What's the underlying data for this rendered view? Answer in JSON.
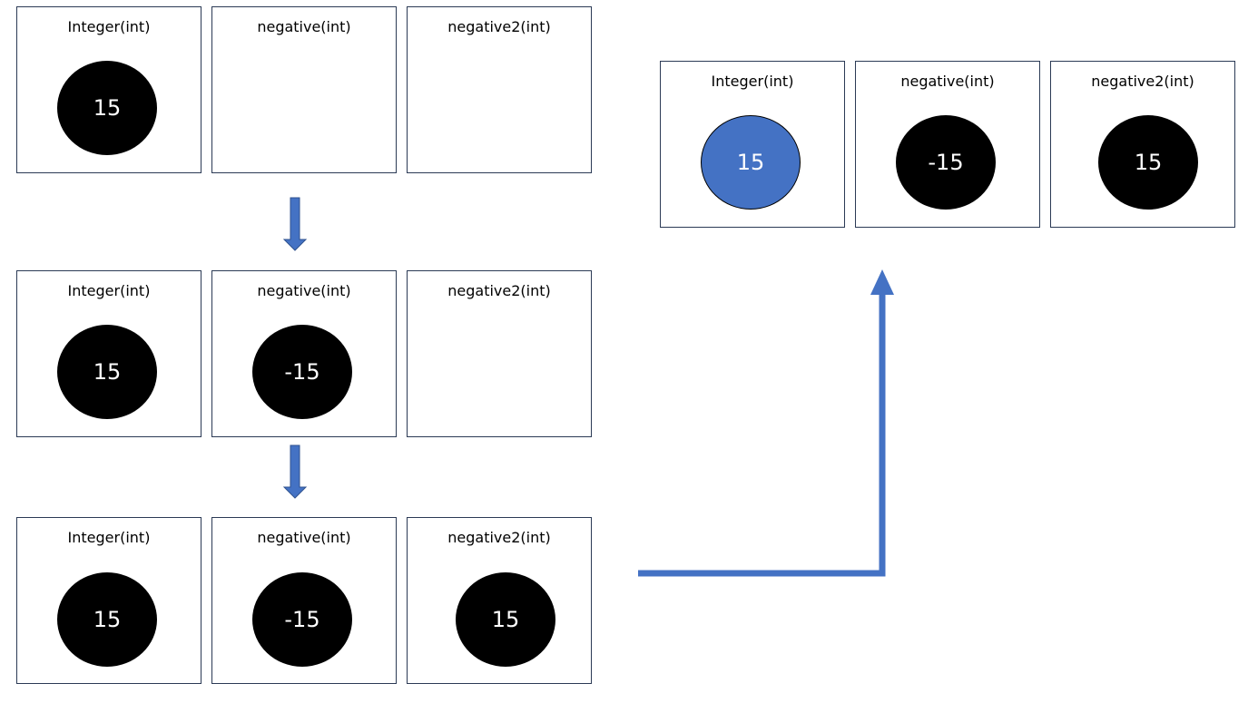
{
  "labels": {
    "integer": "Integer(int)",
    "negative": "negative(int)",
    "negative2": "negative2(int)"
  },
  "rows": [
    {
      "integer": "15",
      "negative": "",
      "negative2": ""
    },
    {
      "integer": "15",
      "negative": "-15",
      "negative2": ""
    },
    {
      "integer": "15",
      "negative": "-15",
      "negative2": "15"
    }
  ],
  "result": {
    "integer": "15",
    "negative": "-15",
    "negative2": "15"
  },
  "colors": {
    "arrow": "#4472c4",
    "circle": "#000000",
    "highlight": "#4472c4",
    "border": "#2b3a55"
  }
}
